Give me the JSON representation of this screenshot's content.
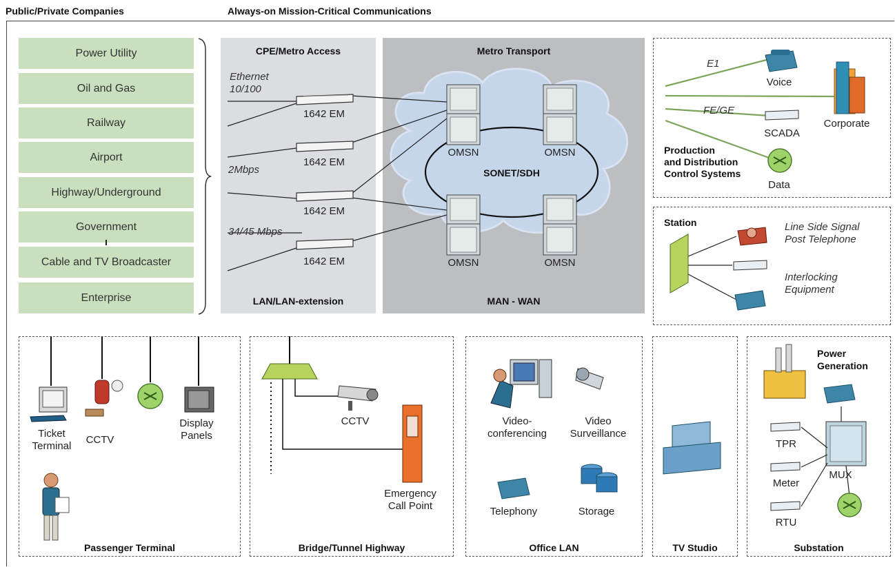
{
  "header": {
    "left_title": "Public/Private Companies",
    "right_title": "Always-on Mission-Critical Communications"
  },
  "segments": [
    {
      "label": "Power Utility"
    },
    {
      "label": "Oil and Gas"
    },
    {
      "label": "Railway"
    },
    {
      "label": "Airport"
    },
    {
      "label": "Highway/Underground"
    },
    {
      "label": "Government"
    },
    {
      "label": "Cable and TV Broadcaster"
    },
    {
      "label": "Enterprise"
    }
  ],
  "access": {
    "top_title": "CPE/Metro Access",
    "bottom_title": "LAN/LAN-extension",
    "device_label": "1642 EM",
    "rate_ethernet": "Ethernet\n10/100",
    "rate_2m": "2Mbps",
    "rate_34": "34/45 Mbps"
  },
  "transport": {
    "top_title": "Metro Transport",
    "bottom_title": "MAN - WAN",
    "ring_label": "SONET/SDH",
    "node_label": "OMSN"
  },
  "production": {
    "title_line1": "Production",
    "title_line2": "and Distribution",
    "title_line3": "Control Systems",
    "e1": "E1",
    "fege": "FE/GE",
    "voice": "Voice",
    "corporate": "Corporate",
    "scada": "SCADA",
    "data": "Data"
  },
  "station": {
    "title": "Station",
    "signal_line1": "Line Side Signal",
    "signal_line2": "Post Telephone",
    "interlock_line1": "Interlocking",
    "interlock_line2": "Equipment"
  },
  "passenger": {
    "title": "Passenger Terminal",
    "ticket_line1": "Ticket",
    "ticket_line2": "Terminal",
    "cctv": "CCTV",
    "display_line1": "Display",
    "display_line2": "Panels"
  },
  "bridge": {
    "title": "Bridge/Tunnel Highway",
    "cctv": "CCTV",
    "ecp_line1": "Emergency",
    "ecp_line2": "Call Point"
  },
  "office": {
    "title": "Office LAN",
    "vc_line1": "Video-",
    "vc_line2": "conferencing",
    "vs_line1": "Video",
    "vs_line2": "Surveillance",
    "telephony": "Telephony",
    "storage": "Storage"
  },
  "tv": {
    "title": "TV Studio"
  },
  "substation": {
    "title": "Substation",
    "power_line1": "Power",
    "power_line2": "Generation",
    "tpr": "TPR",
    "meter": "Meter",
    "rtu": "RTU",
    "mux": "MUX"
  }
}
